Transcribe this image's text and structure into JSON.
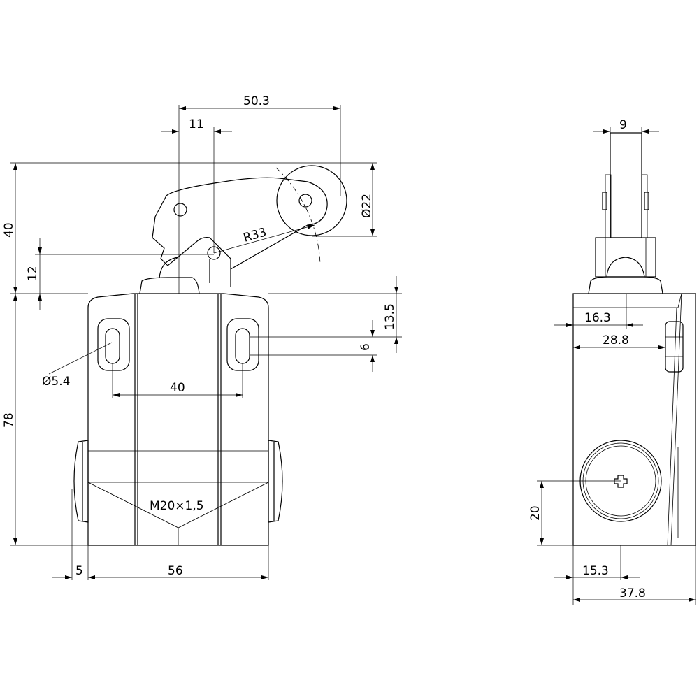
{
  "dimensions": {
    "lever_reach": "50.3",
    "pivot_offset": "11",
    "total_actuator_height": "40",
    "pivot_height": "12",
    "lever_radius": "R33",
    "roller_diameter": "Ø22",
    "mount_hole_top": "13.5",
    "slot_length": "6",
    "hole_diameter": "Ø5.4",
    "hole_spacing": "40",
    "body_height": "78",
    "thread": "M20×1,5",
    "gland_projection": "5",
    "body_width": "56",
    "roller_width": "9",
    "side_center": "16.3",
    "side_button": "28.8",
    "gland_height": "20",
    "gland_offset": "15.3",
    "body_depth": "37.8"
  }
}
